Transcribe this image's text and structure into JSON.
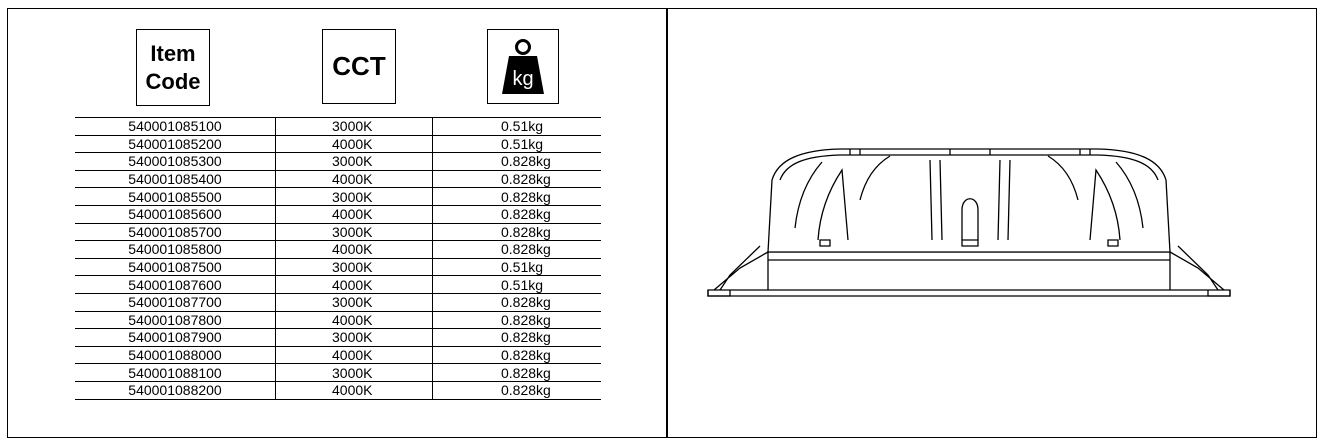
{
  "headers": {
    "item_code_line1": "Item",
    "item_code_line2": "Code",
    "cct": "CCT",
    "weight_icon_text": "kg",
    "weight_icon": "weight-kg-icon"
  },
  "rows": [
    {
      "code": "540001085100",
      "cct": "3000K",
      "weight": "0.51kg"
    },
    {
      "code": "540001085200",
      "cct": "4000K",
      "weight": "0.51kg"
    },
    {
      "code": "540001085300",
      "cct": "3000K",
      "weight": "0.828kg"
    },
    {
      "code": "540001085400",
      "cct": "4000K",
      "weight": "0.828kg"
    },
    {
      "code": "540001085500",
      "cct": "3000K",
      "weight": "0.828kg"
    },
    {
      "code": "540001085600",
      "cct": "4000K",
      "weight": "0.828kg"
    },
    {
      "code": "540001085700",
      "cct": "3000K",
      "weight": "0.828kg"
    },
    {
      "code": "540001085800",
      "cct": "4000K",
      "weight": "0.828kg"
    },
    {
      "code": "540001087500",
      "cct": "3000K",
      "weight": "0.51kg"
    },
    {
      "code": "540001087600",
      "cct": "4000K",
      "weight": "0.51kg"
    },
    {
      "code": "540001087700",
      "cct": "3000K",
      "weight": "0.828kg"
    },
    {
      "code": "540001087800",
      "cct": "4000K",
      "weight": "0.828kg"
    },
    {
      "code": "540001087900",
      "cct": "3000K",
      "weight": "0.828kg"
    },
    {
      "code": "540001088000",
      "cct": "4000K",
      "weight": "0.828kg"
    },
    {
      "code": "540001088100",
      "cct": "3000K",
      "weight": "0.828kg"
    },
    {
      "code": "540001088200",
      "cct": "4000K",
      "weight": "0.828kg"
    }
  ],
  "drawing": {
    "name": "downlight-side-view-drawing"
  }
}
